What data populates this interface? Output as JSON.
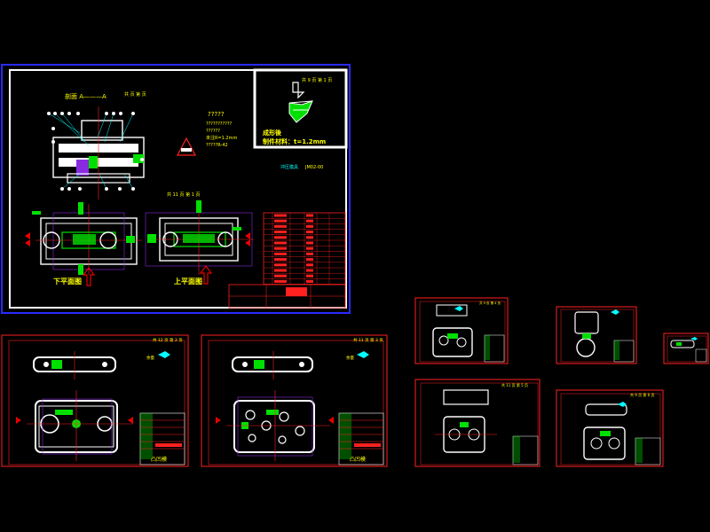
{
  "colors": {
    "background": "#000000",
    "sheet_border": "#ffffff",
    "frame": "#ff2020",
    "accent_blue": "#2a2aff",
    "part": "#ffffff",
    "dim": "#00e000",
    "leader": "#00ffff",
    "text": "#ffff00",
    "hatch": "#8a2be2",
    "title_fill": "#ff0000",
    "cut_arrow": "#e80000"
  },
  "main_sheet": {
    "section_label": "剖面 A———A",
    "page_label": "共 页  第 页",
    "tech_note_title": "?????",
    "tech_notes": [
      "???????????",
      "??????",
      "未注R=1.2mm",
      "?????R-42"
    ],
    "product_label": "成形後",
    "material_label": "制件材料：t=1.2mm",
    "stamp_label": "冲压模具",
    "stamp_code": "JM02-00",
    "lower_view_label": "下平面图",
    "upper_view_label": "上平面图",
    "upper_page_label": "共 11 页  第 1 页",
    "sheet_page_label": "共 9 页  第 1 页"
  },
  "sub_sheets": [
    {
      "page_label": "共 12 页  第 2 页",
      "name_label": "凸凹模",
      "note": "余量"
    },
    {
      "page_label": "共 11 页  第 3 页",
      "name_label": "凸凹模",
      "note": "余量"
    },
    {
      "page_label": "共 9 页  第 4 页",
      "name_label": "",
      "note": ""
    },
    {
      "page_label": "",
      "name_label": "",
      "note": ""
    },
    {
      "page_label": "",
      "name_label": "",
      "note": ""
    },
    {
      "page_label": "共 11 页  第 5 页",
      "name_label": "",
      "note": ""
    },
    {
      "page_label": "共 9 页  第 6 页",
      "name_label": "",
      "note": ""
    }
  ]
}
